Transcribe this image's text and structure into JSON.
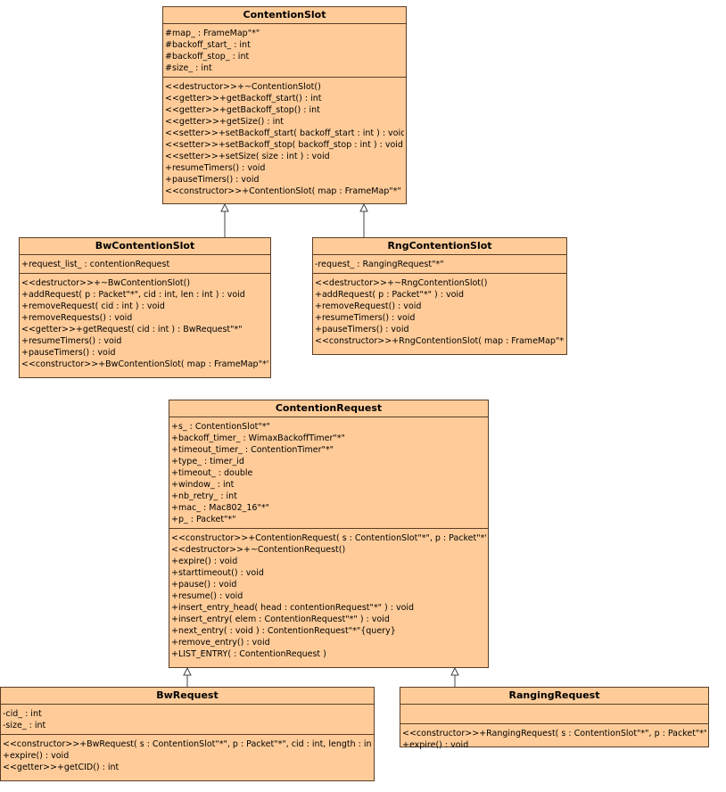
{
  "classes": {
    "contention_slot": {
      "name": "ContentionSlot",
      "attributes": [
        "#map_ : FrameMap\"*\"",
        "#backoff_start_ : int",
        "#backoff_stop_ : int",
        "#size_ : int"
      ],
      "methods": [
        "<<destructor>>+~ContentionSlot()",
        "<<getter>>+getBackoff_start() : int",
        "<<getter>>+getBackoff_stop() : int",
        "<<getter>>+getSize() : int",
        "<<setter>>+setBackoff_start( backoff_start : int ) : void",
        "<<setter>>+setBackoff_stop( backoff_stop : int ) : void",
        "<<setter>>+setSize( size : int ) : void",
        "+resumeTimers() : void",
        "+pauseTimers() : void",
        "<<constructor>>+ContentionSlot( map : FrameMap\"*\" )"
      ]
    },
    "bw_contention_slot": {
      "name": "BwContentionSlot",
      "attributes": [
        "+request_list_ : contentionRequest"
      ],
      "methods": [
        "<<destructor>>+~BwContentionSlot()",
        "+addRequest( p : Packet\"*\", cid : int, len : int ) : void",
        "+removeRequest( cid : int ) : void",
        "+removeRequests() : void",
        "<<getter>>+getRequest( cid : int ) : BwRequest\"*\"",
        "+resumeTimers() : void",
        "+pauseTimers() : void",
        "<<constructor>>+BwContentionSlot( map : FrameMap\"*\" )"
      ]
    },
    "rng_contention_slot": {
      "name": "RngContentionSlot",
      "attributes": [
        "-request_ : RangingRequest\"*\""
      ],
      "methods": [
        "<<destructor>>+~RngContentionSlot()",
        "+addRequest( p : Packet\"*\" ) : void",
        "+removeRequest() : void",
        "+resumeTimers() : void",
        "+pauseTimers() : void",
        "<<constructor>>+RngContentionSlot( map : FrameMap\"*\" )"
      ]
    },
    "contention_request": {
      "name": "ContentionRequest",
      "attributes": [
        "+s_ : ContentionSlot\"*\"",
        "+backoff_timer_ : WimaxBackoffTimer\"*\"",
        "+timeout_timer_ : ContentionTimer\"*\"",
        "+type_ : timer_id",
        "+timeout_ : double",
        "+window_ : int",
        "+nb_retry_ : int",
        "+mac_ : Mac802_16\"*\"",
        "+p_ : Packet\"*\""
      ],
      "methods": [
        "<<constructor>>+ContentionRequest( s : ContentionSlot\"*\", p : Packet\"*\" )",
        "<<destructor>>+~ContentionRequest()",
        "+expire() : void",
        "+starttimeout() : void",
        "+pause() : void",
        "+resume() : void",
        "+insert_entry_head( head : contentionRequest\"*\" ) : void",
        "+insert_entry( elem : ContentionRequest\"*\" ) : void",
        "+next_entry(  : void ) : ContentionRequest\"*\"{query}",
        "+remove_entry() : void",
        "+LIST_ENTRY(  : ContentionRequest )"
      ]
    },
    "bw_request": {
      "name": "BwRequest",
      "attributes": [
        "-cid_ : int",
        "-size_ : int"
      ],
      "methods": [
        "<<constructor>>+BwRequest( s : ContentionSlot\"*\", p : Packet\"*\", cid : int, length : int )",
        "+expire() : void",
        "<<getter>>+getCID() : int"
      ]
    },
    "ranging_request": {
      "name": "RangingRequest",
      "attributes": [],
      "methods": [
        "<<constructor>>+RangingRequest( s : ContentionSlot\"*\", p : Packet\"*\" )",
        "+expire() : void"
      ]
    }
  },
  "colors": {
    "fill": "#ffcc99",
    "border": "#5a3d26",
    "edge": "#444444"
  }
}
